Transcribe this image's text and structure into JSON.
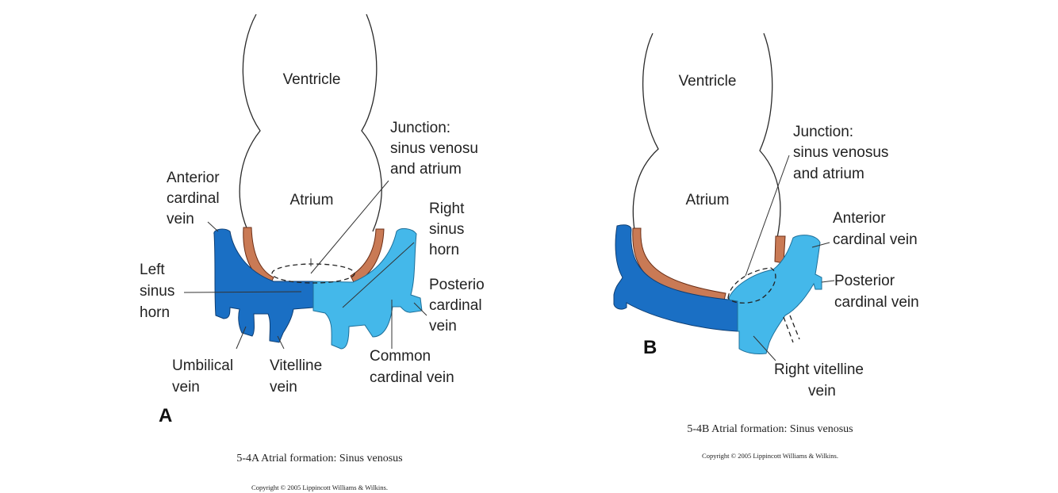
{
  "panel_a": {
    "letter": "A",
    "ventricle": "Ventricle",
    "atrium": "Atrium",
    "junction": [
      "Junction:",
      "sinus venosu",
      "and atrium"
    ],
    "anterior_cardinal": [
      "Anterior",
      "cardinal",
      "vein"
    ],
    "right_sinus_horn": [
      "Right",
      "sinus",
      "horn"
    ],
    "left_sinus_horn": [
      "Left",
      "sinus",
      "horn"
    ],
    "posterior_cardinal": [
      "Posterio",
      "cardinal",
      "vein"
    ],
    "umbilical": [
      "Umbilical",
      "vein"
    ],
    "vitelline": [
      "Vitelline",
      "vein"
    ],
    "common_cardinal": [
      "Common",
      "cardinal vein"
    ],
    "caption": "5-4A  Atrial formation: Sinus venosus",
    "copyright": "Copyright © 2005 Lippincott Williams & Wilkins."
  },
  "panel_b": {
    "letter": "B",
    "ventricle": "Ventricle",
    "atrium": "Atrium",
    "junction": [
      "Junction:",
      "sinus venosus",
      "and atrium"
    ],
    "anterior_cardinal": [
      "Anterior",
      "cardinal vein"
    ],
    "posterior_cardinal": [
      "Posterior",
      "cardinal vein"
    ],
    "right_vitelline": [
      "Right vitelline",
      "vein"
    ],
    "caption": "5-4B  Atrial formation: Sinus venosus",
    "copyright": "Copyright © 2005 Lippincott Williams & Wilkins."
  },
  "colors": {
    "left_horn": "#1a6fc4",
    "right_horn": "#44b8ea",
    "atrial_wall": "#c97a55"
  }
}
